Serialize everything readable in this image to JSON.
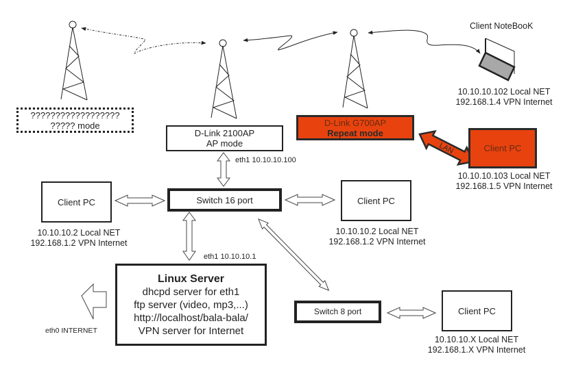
{
  "diagram": {
    "colors": {
      "line": "#222222",
      "accent_orange": "#e8430f",
      "laptop_base": "#a8a8a8"
    },
    "unknown_ap": {
      "line1": "??????????????????",
      "line2": "????? mode"
    },
    "ap_2100": {
      "line1": "D-Link 2100AP",
      "line2": "AP mode"
    },
    "ap_g700": {
      "line1": "D-Link G700AP",
      "line2": "Repeat mode"
    },
    "notebook": {
      "title": "Client NoteBooK",
      "ip1": "10.10.10.102 Local NET",
      "ip2": "192.168.1.4 VPN Internet"
    },
    "lan_client": {
      "label": "Client PC",
      "link_label": "LAN",
      "ip1": "10.10.10.103 Local NET",
      "ip2": "192.168.1.5 VPN Internet"
    },
    "eth1_ap": "eth1 10.10.10.100",
    "switch16": {
      "label": "Switch 16 port"
    },
    "client_left": {
      "label": "Client PC",
      "ip1": "10.10.10.2 Local NET",
      "ip2": "192.168.1.2 VPN Internet"
    },
    "client_right": {
      "label": "Client PC",
      "ip1": "10.10.10.2 Local NET",
      "ip2": "192.168.1.2 VPN Internet"
    },
    "eth1_server": "eth1 10.10.10.1",
    "server": {
      "title": "Linux Server",
      "lines": [
        "dhcpd server for eth1",
        "ftp server (video, mp3,...)",
        "http://localhost/bala-bala/",
        "VPN server for Internet"
      ]
    },
    "eth0": "eth0 INTERNET",
    "switch8": {
      "label": "Switch 8 port"
    },
    "client_bottom": {
      "label": "Client PC",
      "ip1": "10.10.10.X Local NET",
      "ip2": "192.168.1.X VPN Internet"
    }
  }
}
